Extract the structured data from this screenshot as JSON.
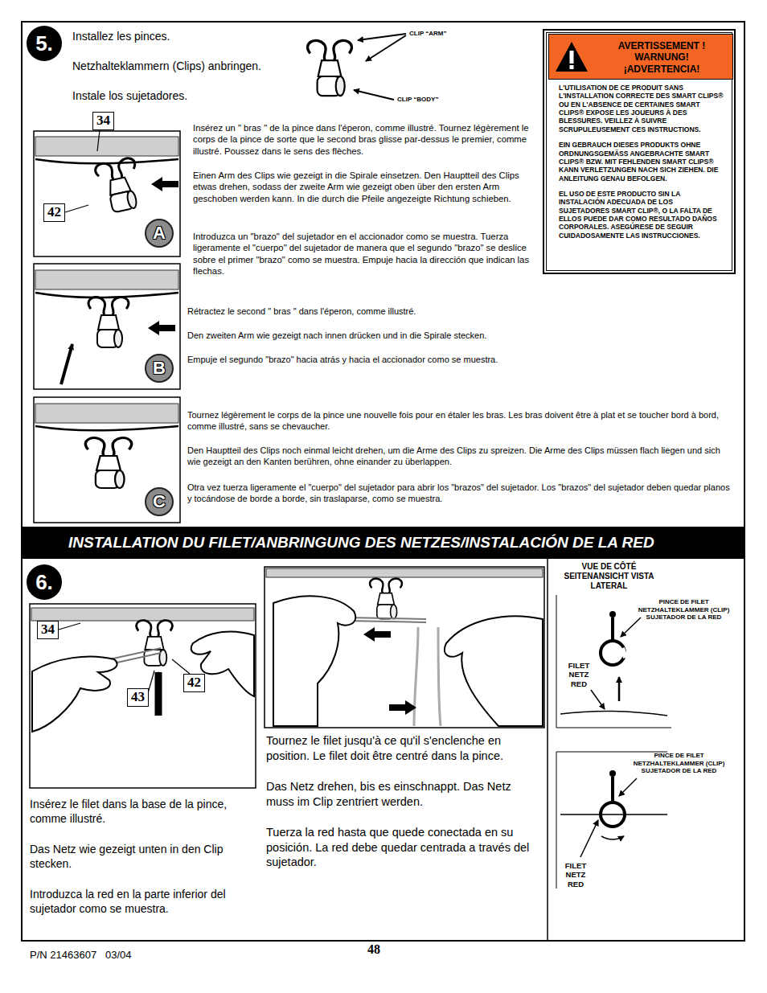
{
  "diagram": {
    "nodes": [
      {
        "text": [
          "5."
        ]
      },
      {
        "text": [
          "34"
        ]
      },
      {
        "text": [
          "42"
        ]
      },
      {
        "text": [
          "A"
        ]
      },
      {
        "text": [
          "B"
        ]
      },
      {
        "text": [
          "C"
        ]
      },
      {
        "text": [
          "L'UTILISATION DE CE PRODUIT SANS L'INSTALLATION CORRECTE DES SMART CLIPS® OU EN L'ABSENCE DE CERTAINES SMART CLIPS® EXPOSE LES JOUEURS À DES BLESSURES. VEILLEZ À SUIVRE SCRUPULEUSEMENT CES INSTRUCTIONS.",
          "EIN GEBRAUCH DIESES PRODUKTS OHNE ORDNUNGSGEMÄSS ANGEBRACHTE SMART CLIPS® BZW. MIT FEHLENDEN SMART CLIPS® KANN VERLETZUNGEN NACH SICH ZIEHEN. DIE ANLEITUNG GENAU BEFOLGEN.",
          "EL USO DE ESTE PRODUCTO SIN LA INSTALACIÓN ADECUADA DE LOS SUJETADORES SMART CLIP®, O LA FALTA DE ELLOS PUEDE DAR COMO RESULTADO DAÑOS CORPORALES. ASEGÚRESE DE SEGUIR CUIDADOSAMENTE LAS INSTRUCCIONES."
        ]
      },
      {
        "text": [
          "AVERTISSEMENT ! WARNUNG! ¡ADVERTENCIA!"
        ],
        "in": 6
      },
      {
        "text": [
          "INSTALLATION DU FILET/ANBRINGUNG DES NETZES/INSTALACIÓN DE LA RED"
        ]
      },
      {
        "text": [
          "6."
        ]
      },
      {
        "text": [
          "34"
        ]
      },
      {
        "text": [
          "43"
        ]
      },
      {
        "text": [
          "42"
        ]
      }
    ],
    "labels": [
      "Installez les pinces.",
      "Netzhalteklammern (Clips) anbringen.",
      "Instale los sujetadores.",
      "CLIP “ARM”",
      "CLIP “BODY”",
      "Insérez un \" bras \" de la pince dans l'éperon, comme illustré. Tournez légèrement le corps de la pince de sorte que le second bras glisse par-dessus le premier, comme illustré. Poussez dans le sens des flèches.",
      "Einen Arm des Clips wie gezeigt in die Spirale einsetzen. Den Hauptteil des Clips etwas drehen, sodass der zweite Arm wie gezeigt oben über den ersten Arm geschoben werden kann. In die durch die Pfeile angezeigte Richtung schieben.",
      "Introduzca un \"brazo\" del sujetador en el accionador como se muestra. Tuerza ligeramente el \"cuerpo\" del sujetador de manera que el segundo \"brazo\" se deslice sobre el primer \"brazo\" como se muestra. Empuje hacia la dirección que indican las flechas.",
      "Rétractez le second \" bras \" dans l'éperon, comme illustré.",
      "Den zweiten Arm wie gezeigt nach innen drücken und in die Spirale stecken.",
      "Empuje el segundo \"brazo\" hacia atrás y hacia el accionador como se muestra.",
      "Tournez légèrement le corps de la pince une nouvelle fois pour en étaler les bras. Les bras doivent être à plat et se toucher bord à bord, comme illustré, sans se chevaucher.",
      "Den Hauptteil des Clips noch einmal leicht drehen, um die Arme des Clips zu spreizen. Die Arme des Clips müssen flach liegen und sich wie gezeigt an den Kanten berühren, ohne einander zu überlappen.",
      "Otra vez tuerza ligeramente el \"cuerpo\" del sujetador para abrir los \"brazos\" del sujetador. Los \"brazos\" del sujetador deben quedar planos y tocándose de borde a borde, sin traslaparse, como se muestra.",
      "Insérez le filet dans la base de la pince, comme illustré.",
      "Das Netz wie gezeigt unten in den Clip stecken.",
      "Introduzca la red en la parte inferior del sujetador como se muestra.",
      "Tournez le filet jusqu'à ce qu'il s'enclenche en position. Le filet doit être centré dans la pince.",
      "Das Netz drehen, bis es einschnappt. Das Netz muss im Clip zentriert werden.",
      "Tuerza la red hasta que quede conectada en su posición. La red debe quedar centrada a través del sujetador.",
      "VUE DE CÔTÉ SEITENANSICHT VISTA LATERAL",
      "PINCE DE FILET NETZHALTEKLAMMER (CLIP) SUJETADOR DE LA RED",
      "FILET NETZ RED",
      "PINCE DE FILET NETZHALTEKLAMMER (CLIP) SUJETADOR DE LA RED",
      "FILET NETZ RED",
      "48",
      "P/N 21463607   03/04"
    ]
  }
}
